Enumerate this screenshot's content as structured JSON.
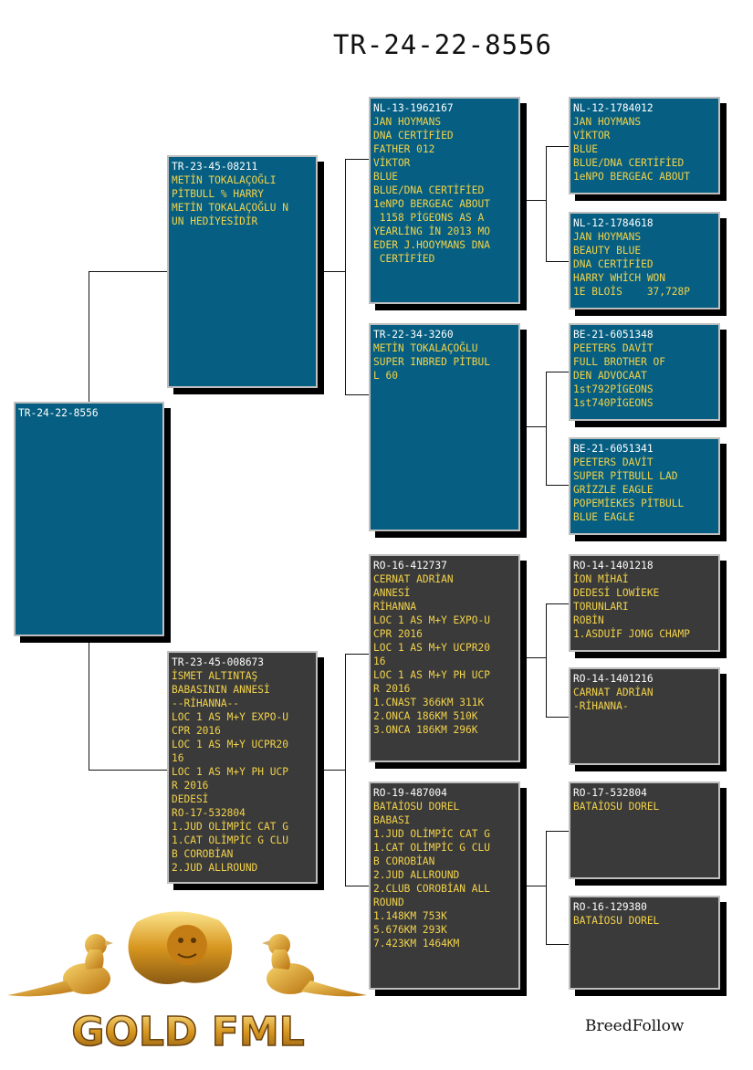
{
  "page": {
    "title": "TR-24-22-8556",
    "brand": "BreedFollow",
    "logo_text": "GOLD FML"
  },
  "colors": {
    "blue_box": "#065f82",
    "dark_box": "#3a3a3a",
    "text_yellow": "#f2d24a",
    "id_white": "#ffffff"
  },
  "boxes": {
    "subject": {
      "id": "TR-24-22-8556",
      "lines": []
    },
    "sire": {
      "id": "TR-23-45-08211",
      "lines": [
        "METİN TOKALAÇOĞLI",
        "PİTBULL % HARRY",
        "METİN TOKALAÇOĞLU N",
        "UN HEDİYESİDİR"
      ]
    },
    "dam": {
      "id": "TR-23-45-008673",
      "lines": [
        "İSMET ALTINTAŞ",
        "BABASININ ANNESİ",
        "--RİHANNA--",
        "LOC 1 AS M+Y EXPO-U",
        "CPR 2016",
        "LOC 1 AS M+Y UCPR20",
        "16",
        "LOC 1 AS M+Y PH UCP",
        "R 2016",
        "DEDESİ",
        "RO-17-532804",
        "1.JUD OLİMPİC CAT G",
        "1.CAT OLİMPİC G CLU",
        "B COROBİAN",
        "2.JUD ALLROUND"
      ]
    },
    "sire_sire": {
      "id": "NL-13-1962167",
      "lines": [
        "JAN HOYMANS",
        "DNA CERTİFİED",
        "FATHER 012",
        "VİKTOR",
        "BLUE",
        "BLUE/DNA CERTİFİED",
        "1eNPO BERGEAC ABOUT",
        " 1158 PİGEONS AS A",
        "YEARLİNG İN 2013 MO",
        "EDER J.HOOYMANS DNA",
        " CERTİFİED"
      ]
    },
    "sire_dam": {
      "id": "TR-22-34-3260",
      "lines": [
        "METİN TOKALAÇOĞLU",
        "SUPER INBRED PİTBUL",
        "L 60"
      ]
    },
    "dam_sire": {
      "id": "RO-16-412737",
      "lines": [
        "CERNAT ADRİAN",
        "ANNESİ",
        "RİHANNA",
        "LOC 1 AS M+Y EXPO-U",
        "CPR 2016",
        "LOC 1 AS M+Y UCPR20",
        "16",
        "LOC 1 AS M+Y PH UCP",
        "R 2016",
        "1.CNAST 366KM 311K",
        "2.ONCA 186KM 510K",
        "3.ONCA 186KM 296K"
      ]
    },
    "dam_dam": {
      "id": "RO-19-487004",
      "lines": [
        "BATAİOSU DOREL",
        "BABASI",
        "1.JUD OLİMPİC CAT G",
        "1.CAT OLİMPİC G CLU",
        "B COROBİAN",
        "2.JUD ALLROUND",
        "2.CLUB COROBİAN ALL",
        "ROUND",
        "1.148KM 753K",
        "5.676KM 293K",
        "7.423KM 1464KM"
      ]
    },
    "ss_sire": {
      "id": "NL-12-1784012",
      "lines": [
        "JAN HOYMANS",
        "VİKTOR",
        "BLUE",
        "BLUE/DNA CERTİFİED",
        "1eNPO BERGEAC ABOUT"
      ]
    },
    "ss_dam": {
      "id": "NL-12-1784618",
      "lines": [
        "JAN HOYMANS",
        "BEAUTY BLUE",
        "DNA CERTİFİED",
        "HARRY WHİCH WON",
        "1E BLOİS    37,728P"
      ]
    },
    "sd_sire": {
      "id": "BE-21-6051348",
      "lines": [
        "PEETERS DAVİT",
        "FULL BROTHER OF",
        "DEN ADVOCAAT",
        "1st792PİGEONS",
        "1st740PİGEONS"
      ]
    },
    "sd_dam": {
      "id": "BE-21-6051341",
      "lines": [
        "PEETERS DAVİT",
        "SUPER PİTBULL LAD",
        "GRİZZLE EAGLE",
        "POPEMİEKES PİTBULL",
        "BLUE EAGLE"
      ]
    },
    "ds_sire": {
      "id": "RO-14-1401218",
      "lines": [
        "İON MİHAİ",
        "DEDESİ LOWİEKE",
        "TORUNLARI",
        "ROBİN",
        "1.ASDUİF JONG CHAMP"
      ]
    },
    "ds_dam": {
      "id": "RO-14-1401216",
      "lines": [
        "CARNAT ADRİAN",
        "-RİHANNA-"
      ]
    },
    "dd_sire": {
      "id": "RO-17-532804",
      "lines": [
        "BATAİOSU DOREL"
      ]
    },
    "dd_dam": {
      "id": "RO-16-129380",
      "lines": [
        "BATAİOSU DOREL"
      ]
    }
  }
}
